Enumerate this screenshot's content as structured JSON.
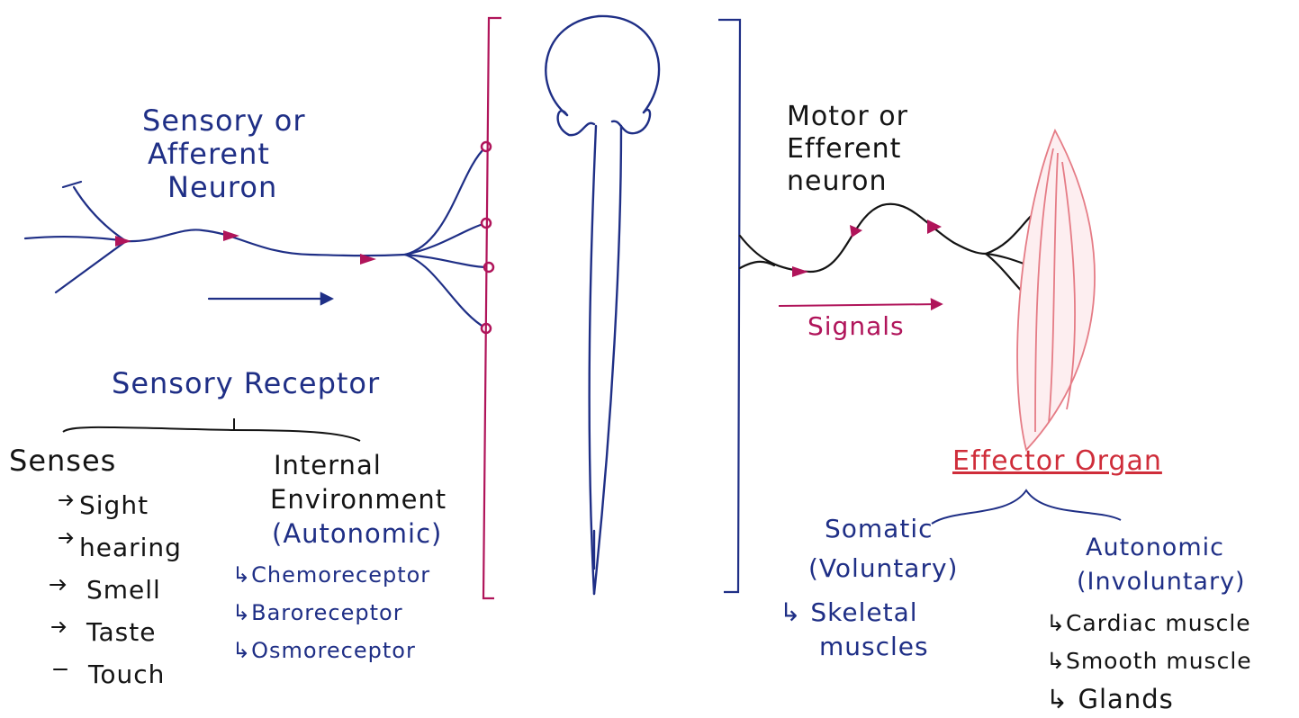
{
  "afferent_label": [
    "Sensory or",
    "Afferent",
    "Neuron"
  ],
  "efferent_label": [
    "Motor or",
    "Efferent",
    "neuron"
  ],
  "signals_label": "Signals",
  "sensory_receptor": {
    "title": "Sensory Receptor",
    "senses": {
      "heading": "Senses",
      "items": [
        "Sight",
        "hearing",
        "Smell",
        "Taste",
        "Touch"
      ]
    },
    "internal": {
      "heading": [
        "Internal",
        "Environment",
        "(Autonomic)"
      ],
      "items": [
        "Chemoreceptor",
        "Baroreceptor",
        "Osmoreceptor"
      ]
    }
  },
  "effector_organ": {
    "title": "Effector Organ",
    "somatic": {
      "heading": [
        "Somatic",
        "(Voluntary)"
      ],
      "items": [
        "Skeletal",
        "muscles"
      ]
    },
    "autonomic": {
      "heading": [
        "Autonomic",
        "(Involuntary)"
      ],
      "items": [
        "Cardiac muscle",
        "Smooth muscle",
        "Glands"
      ]
    }
  },
  "colors": {
    "ink_blue": "#1f2f86",
    "ink_black": "#141414",
    "ink_magenta": "#b0145a",
    "ink_red": "#cf2d3a",
    "muscle_pink": "#e57c86"
  }
}
